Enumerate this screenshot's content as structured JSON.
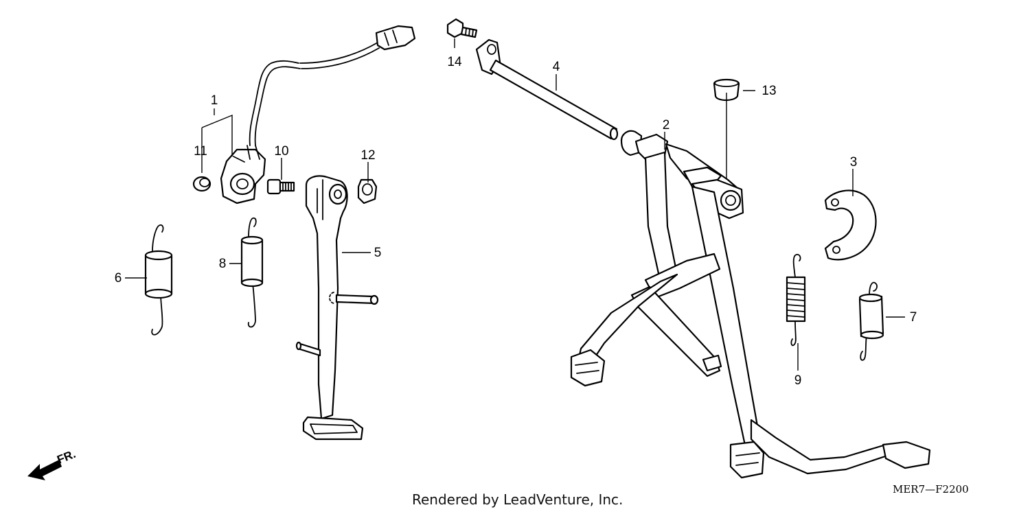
{
  "diagram": {
    "code": "MER7—F2200",
    "credit": "Rendered by LeadVenture, Inc.",
    "front_marker": "FR.",
    "callouts": [
      {
        "id": "c1",
        "label": "1"
      },
      {
        "id": "c2",
        "label": "2"
      },
      {
        "id": "c3",
        "label": "3"
      },
      {
        "id": "c4",
        "label": "4"
      },
      {
        "id": "c5",
        "label": "5"
      },
      {
        "id": "c6",
        "label": "6"
      },
      {
        "id": "c7",
        "label": "7"
      },
      {
        "id": "c8",
        "label": "8"
      },
      {
        "id": "c9",
        "label": "9"
      },
      {
        "id": "c10",
        "label": "10"
      },
      {
        "id": "c11",
        "label": "11"
      },
      {
        "id": "c12",
        "label": "12"
      },
      {
        "id": "c13",
        "label": "13"
      },
      {
        "id": "c14",
        "label": "14"
      }
    ]
  }
}
